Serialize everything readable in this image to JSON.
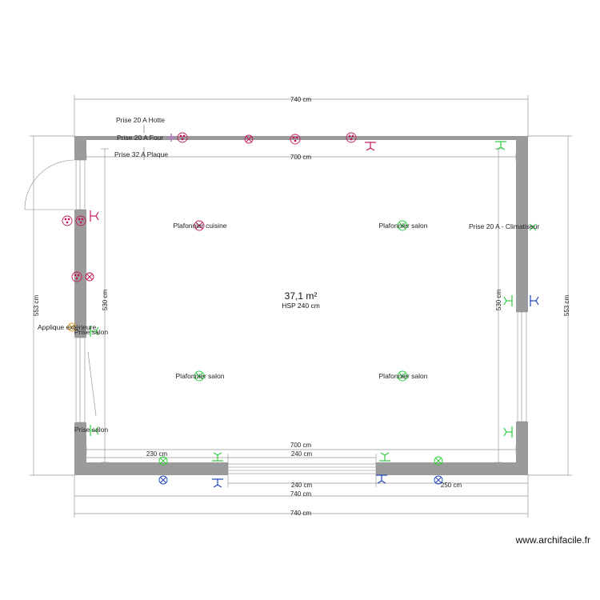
{
  "room": {
    "area": "37,1 m²",
    "height": "HSP 240 cm"
  },
  "dimensions": {
    "top_outer": "740 cm",
    "top_inner": "700 cm",
    "bottom_inner": "700 cm",
    "bottom_outer_1": "740 cm",
    "bottom_outer_2": "740 cm",
    "left_outer": "553 cm",
    "left_inner": "530 cm",
    "right_outer": "553 cm",
    "right_inner": "530 cm",
    "bottom_seg_left": "230 cm",
    "bottom_seg_window_top": "240 cm",
    "bottom_seg_window_bottom": "240 cm",
    "bottom_seg_right": "250 cm"
  },
  "labels": {
    "prise_hotte": "Prise 20 A Hotte",
    "prise_four": "Prise 20 A Four",
    "prise_plaque": "Prise 32 A Plaque",
    "plafonnier_cuisine": "Plafonnier cuisine",
    "plafonnier_salon_tr": "Plafonnier salon",
    "plafonnier_salon_bl": "Plafonnier salon",
    "plafonnier_salon_br": "Plafonnier salon",
    "prise_climatiseur": "Prise 20 A - Climatiseur",
    "applique_exterieure": "Applique extérieure",
    "prise_salon_1": "Prise salon",
    "prise_salon_2": "Prise salon"
  },
  "watermark": "www.archifacile.fr",
  "colors": {
    "wall": "#9b9b9b",
    "kitchen_symbol": "#c2185b",
    "living_symbol": "#2ecc40",
    "switch_symbol": "#1a3fb5",
    "applique_symbol": "#e09a2a",
    "dim_line": "#999999"
  }
}
